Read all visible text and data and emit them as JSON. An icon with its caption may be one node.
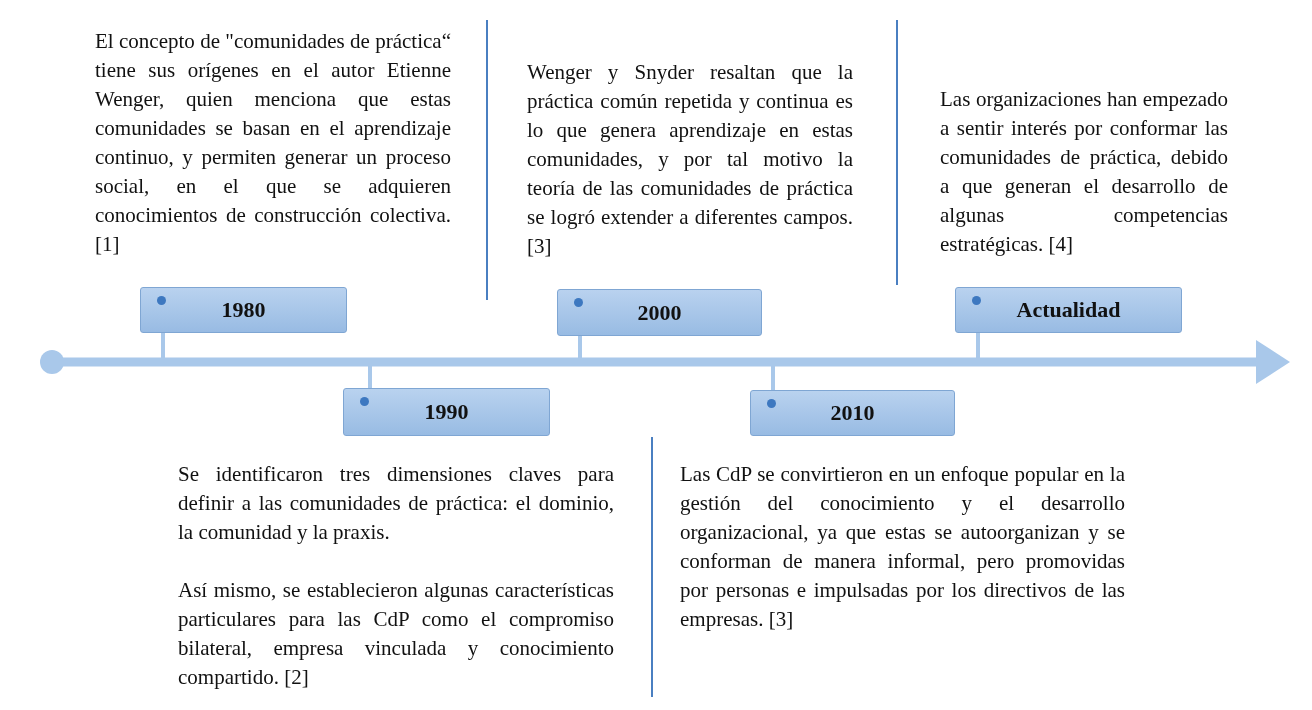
{
  "diagram": {
    "nodes": [
      {
        "text": [
          "1980"
        ],
        "beside": [
          "El concepto de \"comunidades de práctica“ tiene sus orígenes en el autor Etienne Wenger, quien menciona que estas comunidades se basan en el aprendizaje continuo, y permiten generar un proceso social, en el que se adquieren conocimientos de construcción colectiva. [1]"
        ]
      },
      {
        "text": [
          "1990"
        ],
        "beside": [
          "Se identificaron tres dimensiones claves para definir a las comunidades de práctica: el dominio, la comunidad y la praxis.",
          "Así mismo, se establecieron algunas características particulares para las CdP como el compromiso bilateral, empresa vinculada y conocimiento compartido. [2]"
        ]
      },
      {
        "text": [
          "2000"
        ],
        "beside": [
          "Wenger y Snyder resaltan que la práctica común repetida y continua es lo que genera aprendizaje en estas comunidades, y por tal motivo la teoría de las comunidades de práctica se logró extender a diferentes campos. [3]"
        ]
      },
      {
        "text": [
          "2010"
        ],
        "beside": [
          "Las CdP se convirtieron en un enfoque popular en la gestión del conocimiento y el desarrollo organizacional, ya que estas se autoorganizan y se conforman de manera informal, pero promovidas por personas e impulsadas por los directivos de las empresas. [3]"
        ]
      },
      {
        "text": [
          "Actualidad"
        ],
        "beside": [
          "Las organizaciones han empezado a sentir interés por conformar las comunidades de práctica, debido a que generan el desarrollo de algunas competencias estratégicas. [4]"
        ]
      },
      {
        "text": [],
        "shape": "bar"
      }
    ],
    "edges": [
      {
        "from": 0,
        "to": 5,
        "arrow": "none"
      },
      {
        "from": 1,
        "to": 5,
        "arrow": "none"
      },
      {
        "from": 2,
        "to": 5,
        "arrow": "none"
      },
      {
        "from": 3,
        "to": 5,
        "arrow": "none"
      },
      {
        "from": 4,
        "to": 5,
        "arrow": "none"
      }
    ]
  }
}
